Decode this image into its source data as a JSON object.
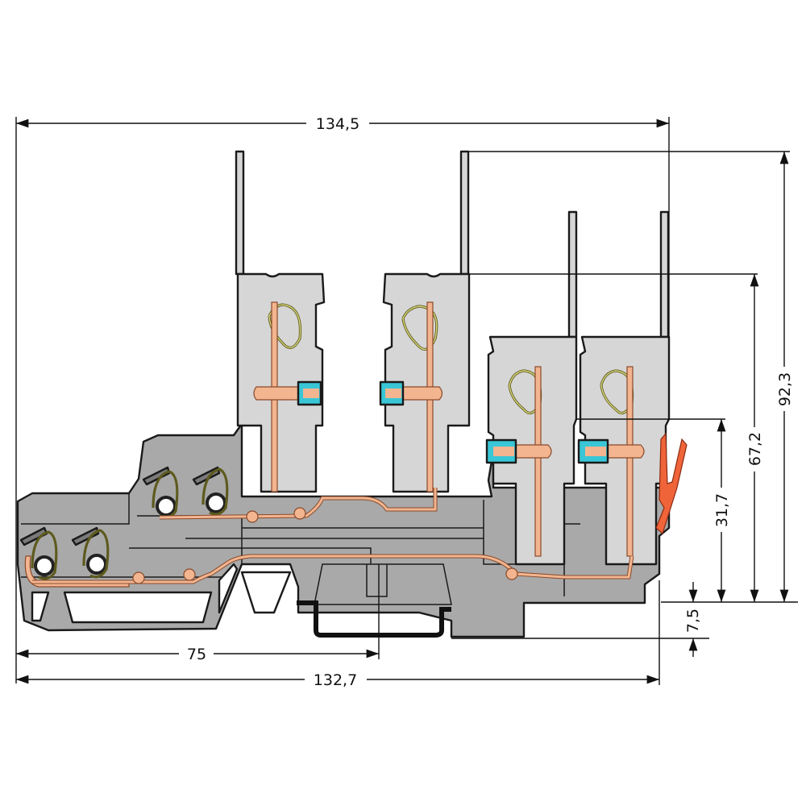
{
  "drawing": {
    "title": "Terminal block with plug-in modules — side view dimensional drawing",
    "units": "mm",
    "colors": {
      "housing": "#a9a9a9",
      "housing_light": "#d6d6d6",
      "copper": "#f2b590",
      "copper_stroke": "#8a4a2a",
      "spring": "#5d5a1e",
      "marker_blue": "#39c6d6",
      "release_lever": "#f0643a",
      "din_rail": "#111111"
    }
  },
  "dimensions": {
    "overall_width_top": "134,5",
    "overall_width_bottom": "132,7",
    "rail_to_left": "75",
    "height_total": "92,3",
    "height_plug": "67,2",
    "height_base": "31,7",
    "rail_offset": "7,5"
  },
  "components": {
    "plug_modules": [
      "plug-module-1",
      "plug-module-2",
      "plug-module-3",
      "plug-module-4"
    ],
    "cage_clamps_lower": 2,
    "cage_clamps_upper": 2,
    "din_rail": "din-rail"
  }
}
